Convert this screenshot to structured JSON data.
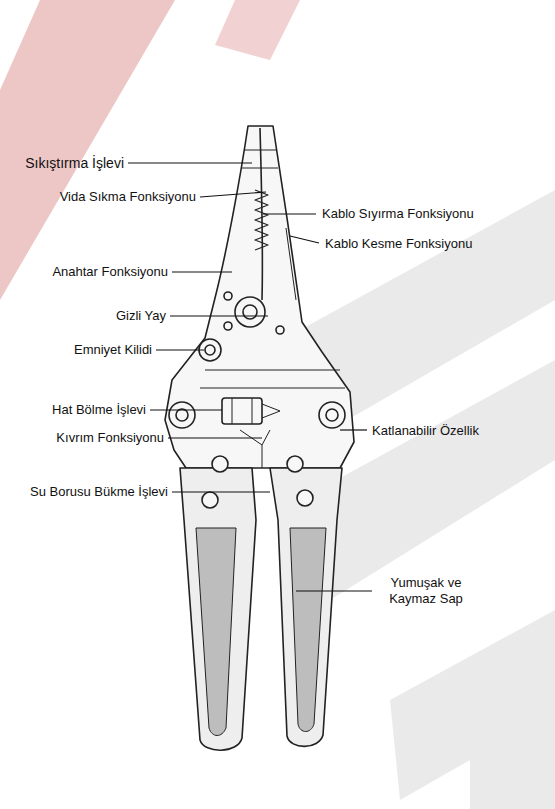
{
  "diagram": {
    "labels": [
      "Sıkıştırma İşlevi",
      "Vida Sıkma Fonksiyonu",
      "Kablo Sıyırma Fonksiyonu",
      "Kablo Kesme Fonksiyonu",
      "Anahtar Fonksiyonu",
      "Gizli Yay",
      "Emniyet Kilidi",
      "Hat Bölme İşlevi",
      "Kıvrım Fonksiyonu",
      "Katlanabilir Özellik",
      "Su Borusu Bükme İşlevi",
      "Yumuşak ve Kaymaz Sap"
    ]
  }
}
